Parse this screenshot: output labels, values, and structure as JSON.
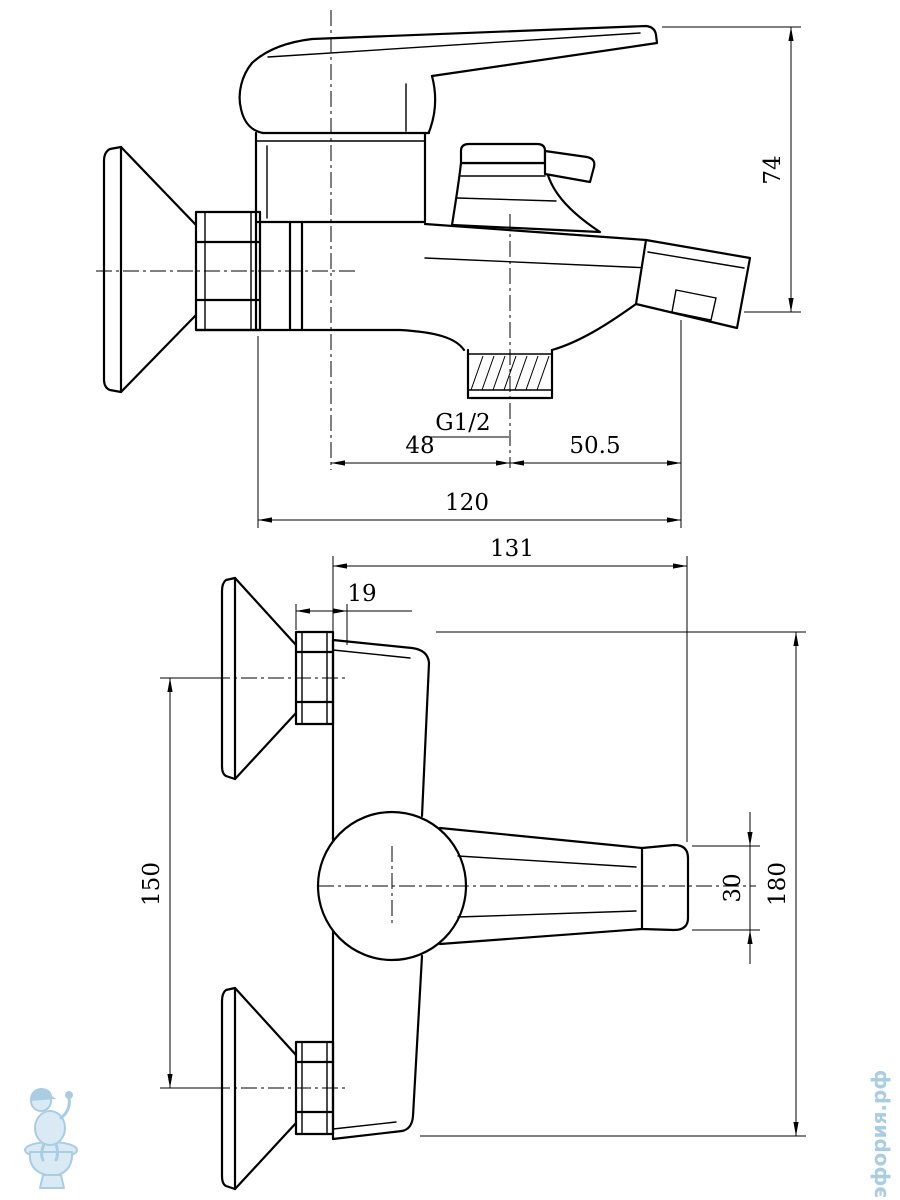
{
  "drawing": {
    "type": "technical-drawing-bath-mixer",
    "side_view": {
      "dim_height": "74",
      "thread": "G1/2",
      "dim_a": "48",
      "dim_b": "50.5",
      "dim_total": "120"
    },
    "front_view": {
      "dim_length": "131",
      "dim_offset": "19",
      "dim_spacing": "150",
      "dim_handle_h": "30",
      "dim_height": "180"
    },
    "watermark": {
      "site": "эфория.рф"
    },
    "colors": {
      "line": "#000000",
      "watermark": "#a9cde2",
      "watermark_fill": "#d9eaf4"
    }
  }
}
